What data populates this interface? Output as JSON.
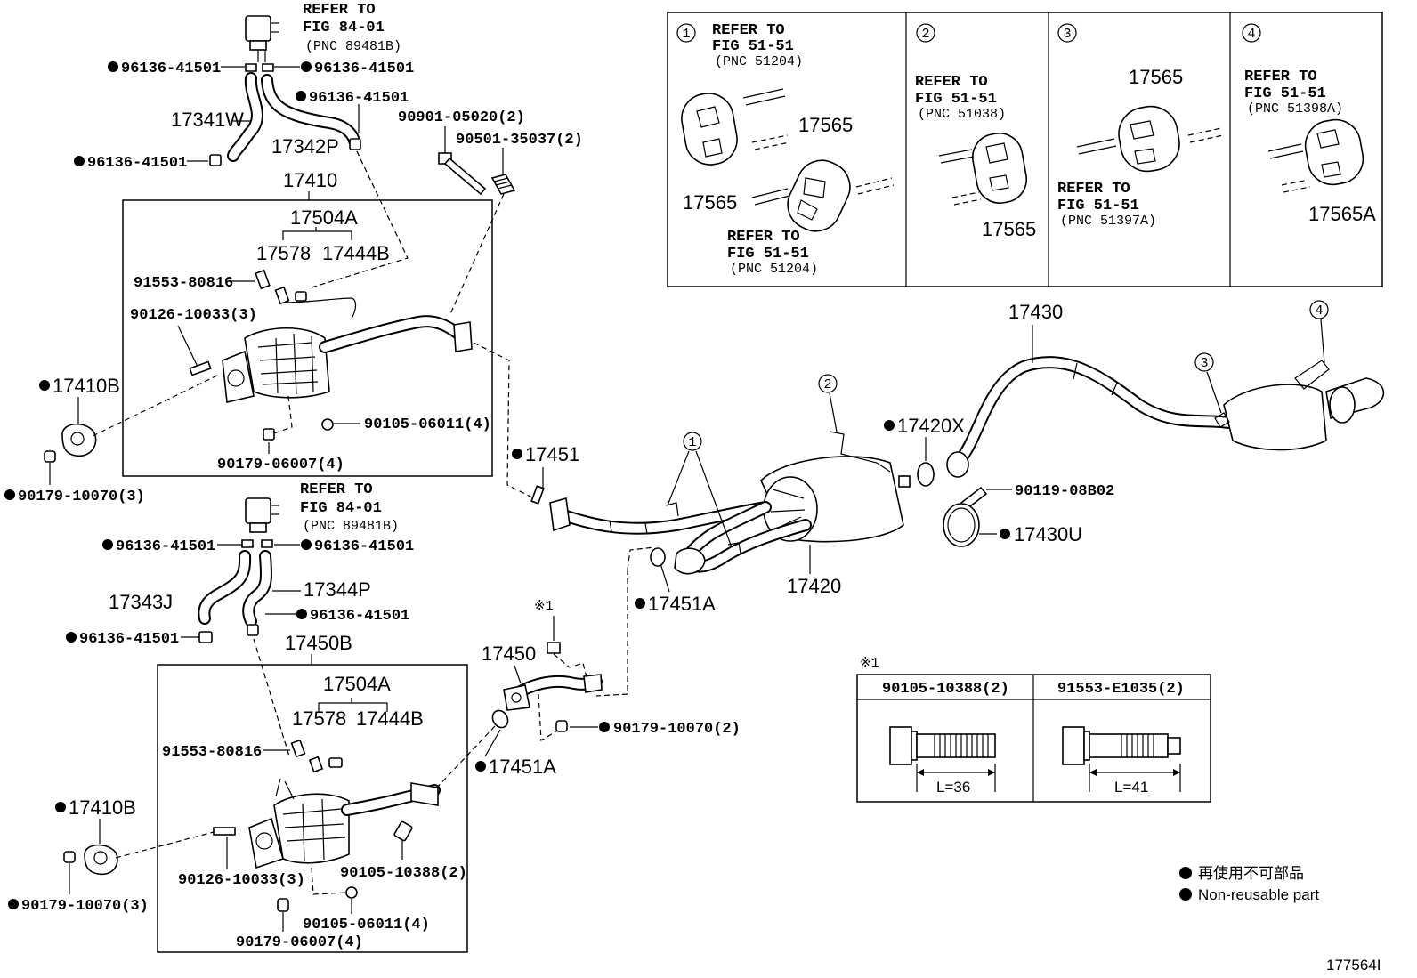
{
  "diagram_id": "177564I",
  "refer_fig84": {
    "line1": "REFER TO",
    "line2": "FIG 84-01",
    "pnc": "(PNC 89481B)"
  },
  "hoses": {
    "a_left": "96136-41501",
    "a_right": "96136-41501",
    "a_mid": "96136-41501",
    "a_low": "96136-41501",
    "h17341w": "17341W",
    "h17342p": "17342P",
    "b_left": "96136-41501",
    "b_right": "96136-41501",
    "b_mid": "96136-41501",
    "b_low": "96136-41501",
    "h17343j": "17343J",
    "h17344p": "17344P"
  },
  "bolts_top": {
    "b1": "90901-05020(2)",
    "b2": "90501-35037(2)"
  },
  "upper_box": {
    "title": "17410",
    "p17504a": "17504A",
    "p17578": "17578",
    "p17444b": "17444B",
    "p91553": "91553-80816",
    "p90126": "90126-10033(3)",
    "p90105": "90105-06011(4)",
    "p90179": "90179-06007(4)"
  },
  "left_upper": {
    "gasket": "17410B",
    "nut": "90179-10070(3)"
  },
  "lower_box": {
    "title": "17450B",
    "p17504a": "17504A",
    "p17578": "17578",
    "p17444b": "17444B",
    "p91553": "91553-80816",
    "p90126": "90126-10033(3)",
    "p90105a": "90105-10388(2)",
    "p90105b": "90105-06011(4)",
    "p90179": "90179-06007(4)"
  },
  "left_lower": {
    "gasket": "17410B",
    "nut": "90179-10070(3)"
  },
  "middle": {
    "p17451": "17451",
    "p17451a_top": "17451A",
    "p17450": "17450",
    "star": "※1",
    "p17451a_low": "17451A",
    "p90179": "90179-10070(2)"
  },
  "exhaust": {
    "p17420": "17420",
    "p17420x": "17420X",
    "p90119": "90119-08B02",
    "p17430u": "17430U",
    "p17430": "17430",
    "c1": "1",
    "c2": "2",
    "c3": "3",
    "c4": "4"
  },
  "hanger_panel": {
    "c1": "1",
    "c2": "2",
    "c3": "3",
    "c4": "4",
    "refer": "REFER TO",
    "fig": "FIG 51-51",
    "pnc1a": "(PNC 51204)",
    "pnc1b": "(PNC 51204)",
    "pnc2": "(PNC 51038)",
    "pnc3": "(PNC 51397A)",
    "pnc4": "(PNC 51398A)",
    "p1a": "17565",
    "p1b": "17565",
    "p2": "17565",
    "p3": "17565",
    "p4": "17565A"
  },
  "bolt_table": {
    "star": "※1",
    "col1": "90105-10388(2)",
    "col2": "91553-E1035(2)",
    "len1": "L=36",
    "len2": "L=41"
  },
  "legend": {
    "jp": "再使用不可部品",
    "en": "Non-reusable part"
  }
}
